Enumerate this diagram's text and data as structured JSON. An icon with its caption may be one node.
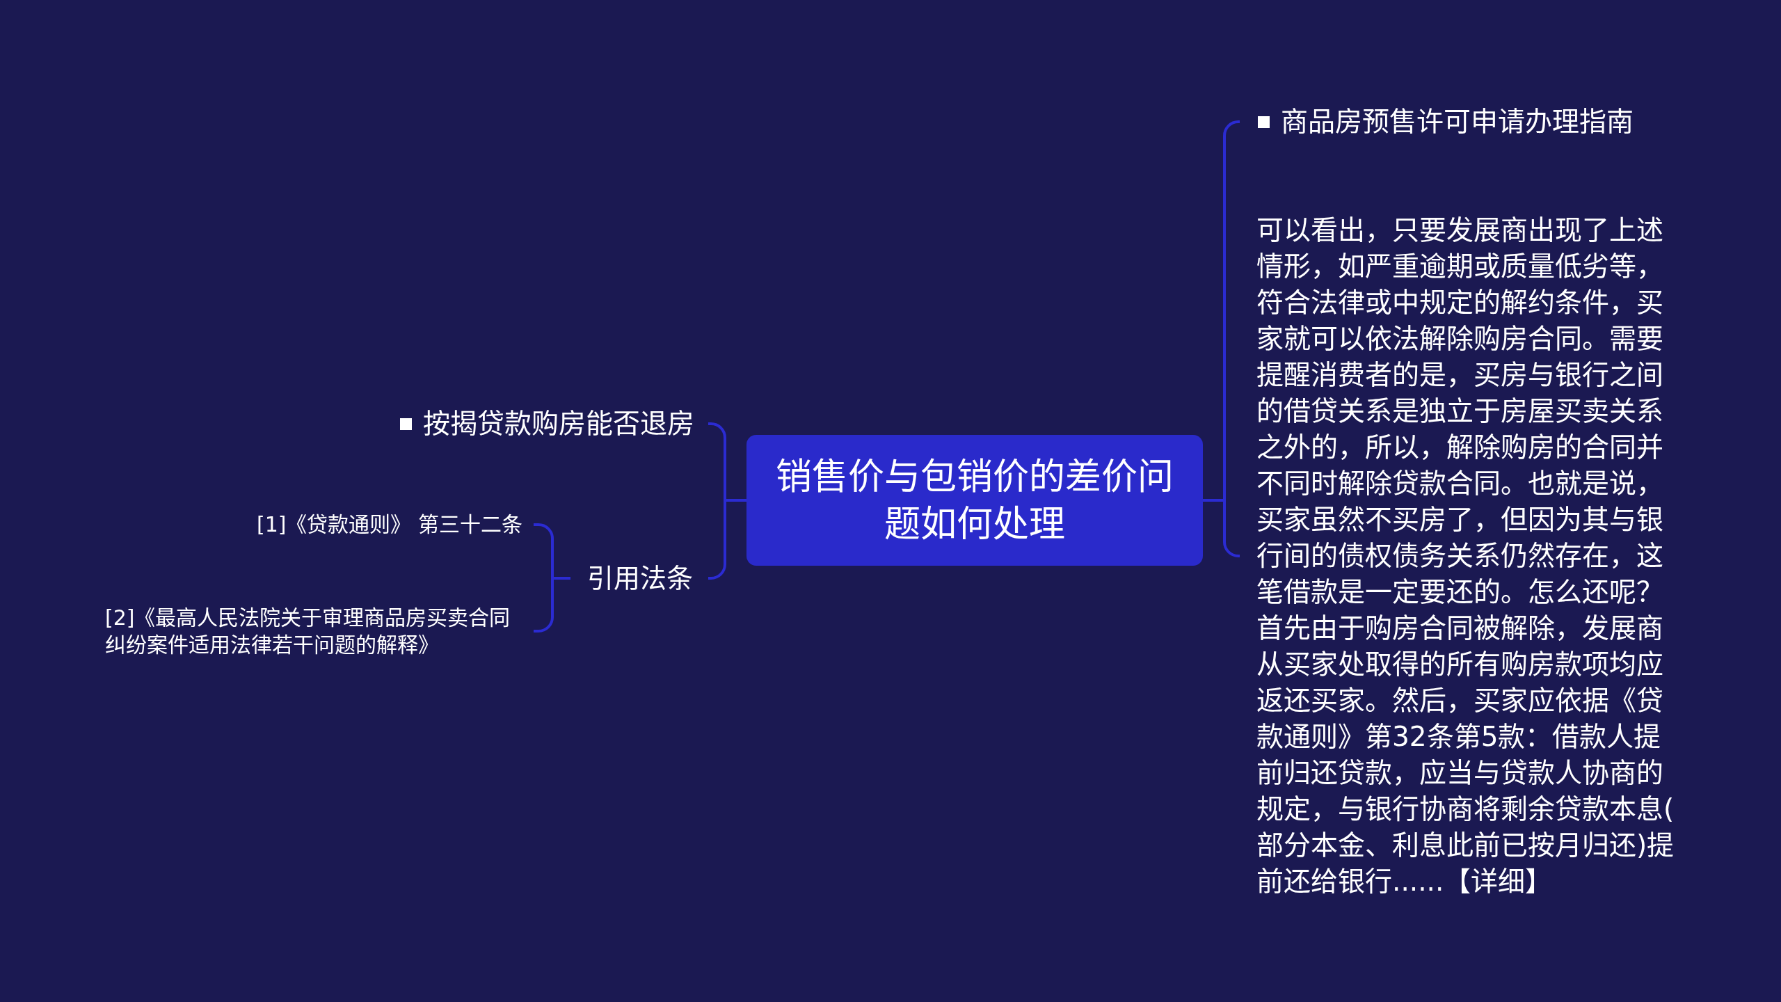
{
  "diagram": {
    "nodes": [
      {
        "text": [
          "销售价与包销价的差价问题如何处理"
        ]
      },
      {
        "text": [
          "商品房预售许可申请办理指南"
        ]
      },
      {
        "text": [
          "可以看出，只要发展商出现了上述情形，如严重逾期或质量低劣等，符合法律或中规定的解约条件，买家就可以依法解除购房合同。需要提醒消费者的是，买房与银行之间的借贷关系是独立于房屋买卖关系之外的，所以，解除购房的合同并不同时解除贷款合同。也就是说，买家虽然不买房了，但因为其与银行间的债权债务关系仍然存在，这笔借款是一定要还的。怎么还呢？首先由于购房合同被解除，发展商从买家处取得的所有购房款项均应返还买家。然后，买家应依据《贷款通则》第32条第5款：借款人提前归还贷款，应当与贷款人协商的规定，与银行协商将剩余贷款本息(部分本金、利息此前已按月归还)提前还给银行......【详细】"
        ]
      },
      {
        "text": [
          "按揭贷款购房能否退房"
        ]
      },
      {
        "text": [
          "引用法条"
        ]
      },
      {
        "text": [
          "[1]《贷款通则》 第三十二条"
        ]
      },
      {
        "text": [
          "[2]《最高人民法院关于审理商品房买卖合同纠纷案件适用法律若干问题的解释》"
        ]
      }
    ],
    "edges": [
      {
        "from": 0,
        "to": 1,
        "arrow": "none"
      },
      {
        "from": 0,
        "to": 2,
        "arrow": "none"
      },
      {
        "from": 0,
        "to": 3,
        "arrow": "none"
      },
      {
        "from": 0,
        "to": 4,
        "arrow": "none"
      },
      {
        "from": 4,
        "to": 5,
        "arrow": "none"
      },
      {
        "from": 4,
        "to": 6,
        "arrow": "none"
      }
    ]
  }
}
